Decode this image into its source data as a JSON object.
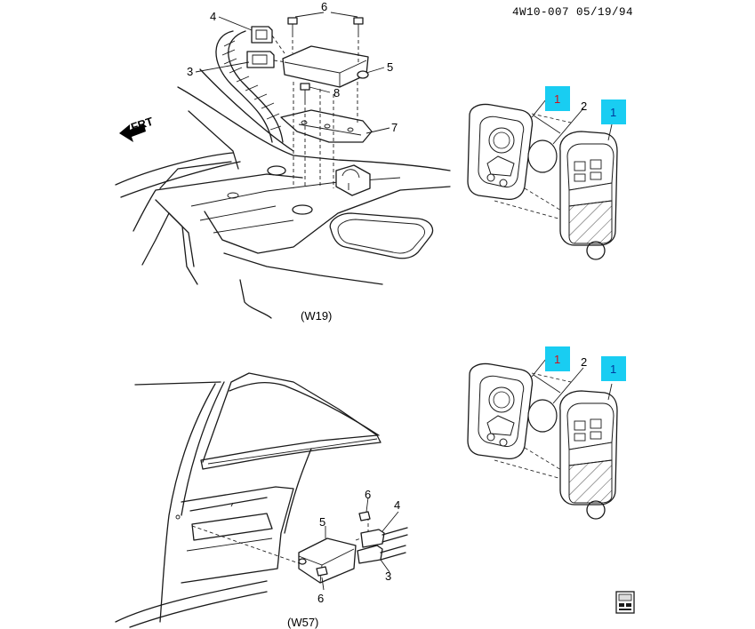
{
  "header": {
    "code": "4W10-007 05/19/94"
  },
  "views": {
    "upper": {
      "caption": "(W19)",
      "direction_label": "FRT",
      "callouts": [
        "4",
        "6",
        "3",
        "5",
        "8",
        "7"
      ]
    },
    "lower": {
      "caption": "(W57)",
      "callouts": [
        "6",
        "4",
        "5",
        "3",
        "6"
      ]
    }
  },
  "side_panels": [
    {
      "callout_left": "1",
      "callout_mid": "2",
      "callout_right": "1"
    },
    {
      "callout_left": "1",
      "callout_mid": "2",
      "callout_right": "1"
    }
  ],
  "hotspot_color": "#19cdf2",
  "hotspot_text_color": "#d0121b",
  "footer_icon": "parts-catalog-icon"
}
